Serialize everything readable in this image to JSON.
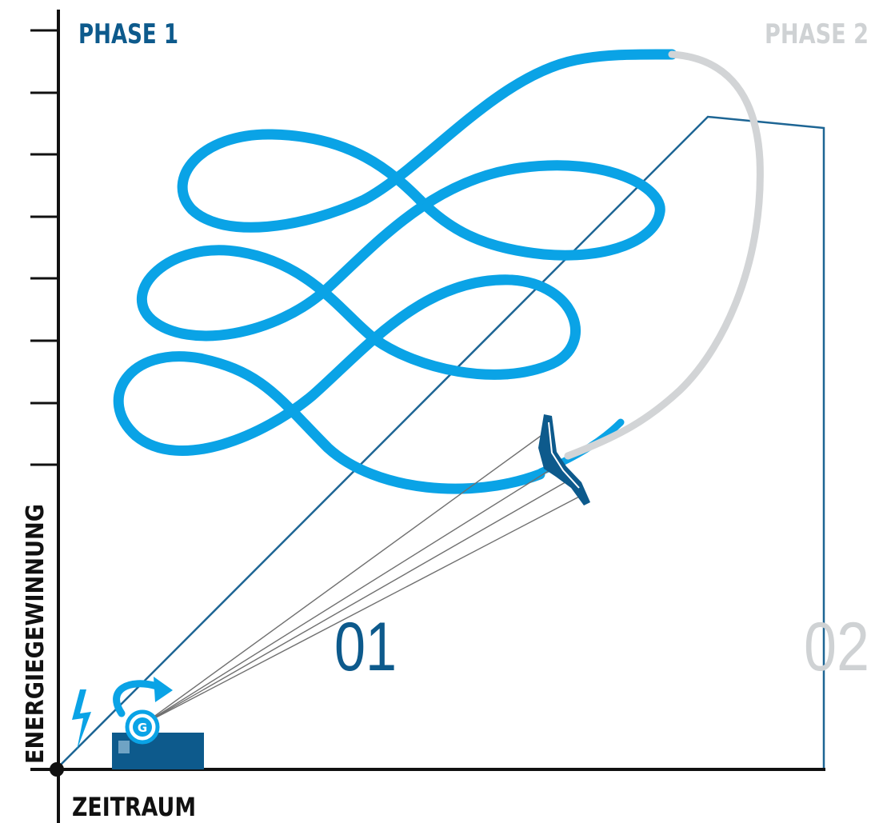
{
  "labels": {
    "phase1": "PHASE 1",
    "phase2": "PHASE 2",
    "phase1_number": "01",
    "phase2_number": "02",
    "y_axis": "ENERGIEGEWINNUNG",
    "x_axis": "ZEITRAUM",
    "generator": "G"
  },
  "colors": {
    "phase1": "#0d5a8c",
    "phase2": "#cfd2d4",
    "flight_path": "#0aa3e6",
    "return_path": "#d2d4d6",
    "axis": "#111111",
    "tether": "#6f6f6f",
    "energy_line": "#1d6594",
    "ground_station": "#0d5a8c",
    "lightning": "#0aa3e6"
  },
  "icons": [
    "lightning-icon",
    "rotation-arrow-icon",
    "generator-icon",
    "kite-icon"
  ]
}
